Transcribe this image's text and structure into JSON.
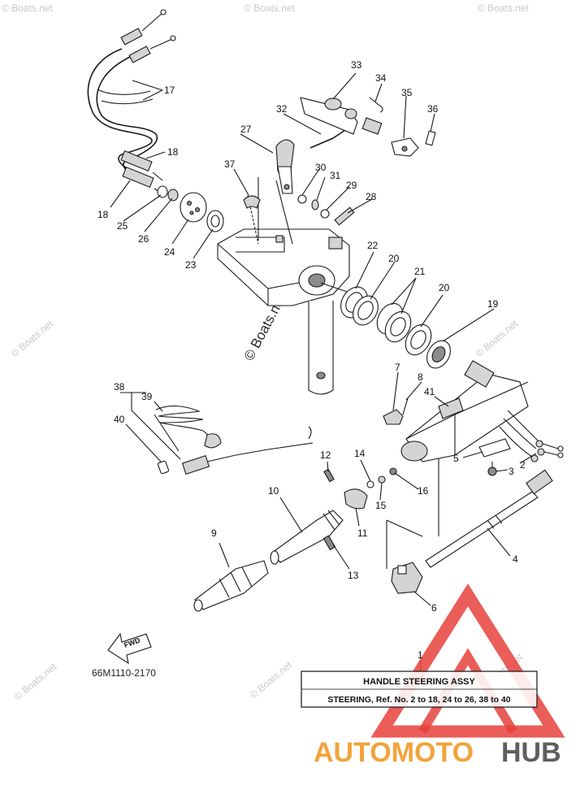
{
  "watermark": {
    "text": "© Boats.net",
    "center_text": "© Boats.net"
  },
  "diagram_code": "66M1110-2170",
  "fwd_label": "FWD",
  "info_box": {
    "ref_number": "1",
    "title": "HANDLE  STEERING  ASSY",
    "subtitle": "STEERING, Ref. No. 2 to 18, 24 to 26, 38 to 40"
  },
  "brand": {
    "part_a": "AUTOMOTO",
    "part_b": "HUB",
    "color_a": "#f2a33a",
    "color_b": "#5f5f5f",
    "logo_color": "#e8413b"
  },
  "callouts": [
    "2",
    "3",
    "4",
    "5",
    "6",
    "7",
    "8",
    "9",
    "10",
    "11",
    "12",
    "13",
    "14",
    "15",
    "16",
    "17",
    "18",
    "18",
    "19",
    "20",
    "20",
    "21",
    "22",
    "23",
    "24",
    "25",
    "26",
    "27",
    "28",
    "29",
    "30",
    "31",
    "32",
    "33",
    "34",
    "35",
    "36",
    "37",
    "38",
    "39",
    "40",
    "41"
  ]
}
